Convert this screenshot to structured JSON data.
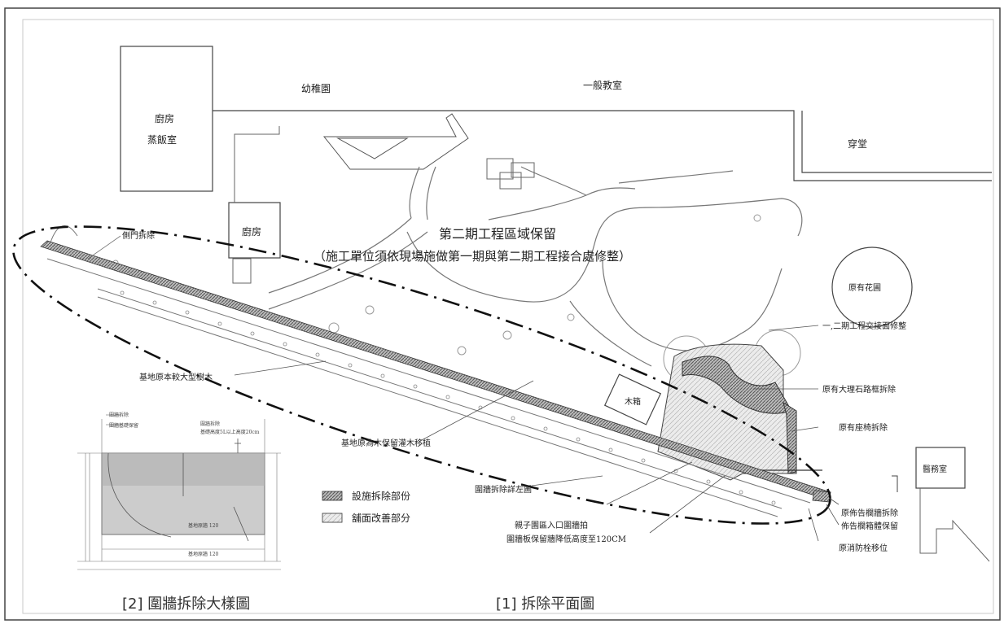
{
  "rooms": {
    "kindergarten": "幼稚園",
    "classroom": "一般教室",
    "kitchen_steam": [
      "廚房",
      "蒸飯室"
    ],
    "kitchen": "廚房",
    "corridor": "穿堂",
    "flower_bed": "原有花圃",
    "wood_box": "木箱",
    "health_room": "醫務室"
  },
  "phase2": {
    "title": "第二期工程區域保留",
    "note": "（施工單位須依現場施做第一期與第二期工程接合處修整）"
  },
  "callouts": {
    "side_gate": "側門拆除",
    "big_trees": "基地原本較大型樹木",
    "small_trees": "基地原為木保留灌木移植",
    "wall_detail": "圍牆拆除詳左圖",
    "junction": "一,二期工程交接面修整",
    "marble": "原有大理石路框拆除",
    "seat": "原有座椅拆除",
    "railing": [
      "原佈告欄牆拆除",
      "佈告欄箱體保留"
    ],
    "hydrant": "原消防栓移位",
    "parent_area": "親子園區入口圍牆拍",
    "wall_lower": "圍牆板保留牆降低高度至120CM"
  },
  "legend": {
    "demolish": "設施拆除部份",
    "pave": "舖面改善部分"
  },
  "detail": {
    "note1": "圍牆拆除",
    "note2": "圍牆基礎保留",
    "note3": "圍牆拆除",
    "note4": "基礎高度5L以上高度20cm",
    "ann1": "基地原牆 120",
    "ann2": "基地原牆 120"
  },
  "captions": {
    "left": "[2]  圍牆拆除大樣圖",
    "right": "[1]  拆除平面圖"
  }
}
